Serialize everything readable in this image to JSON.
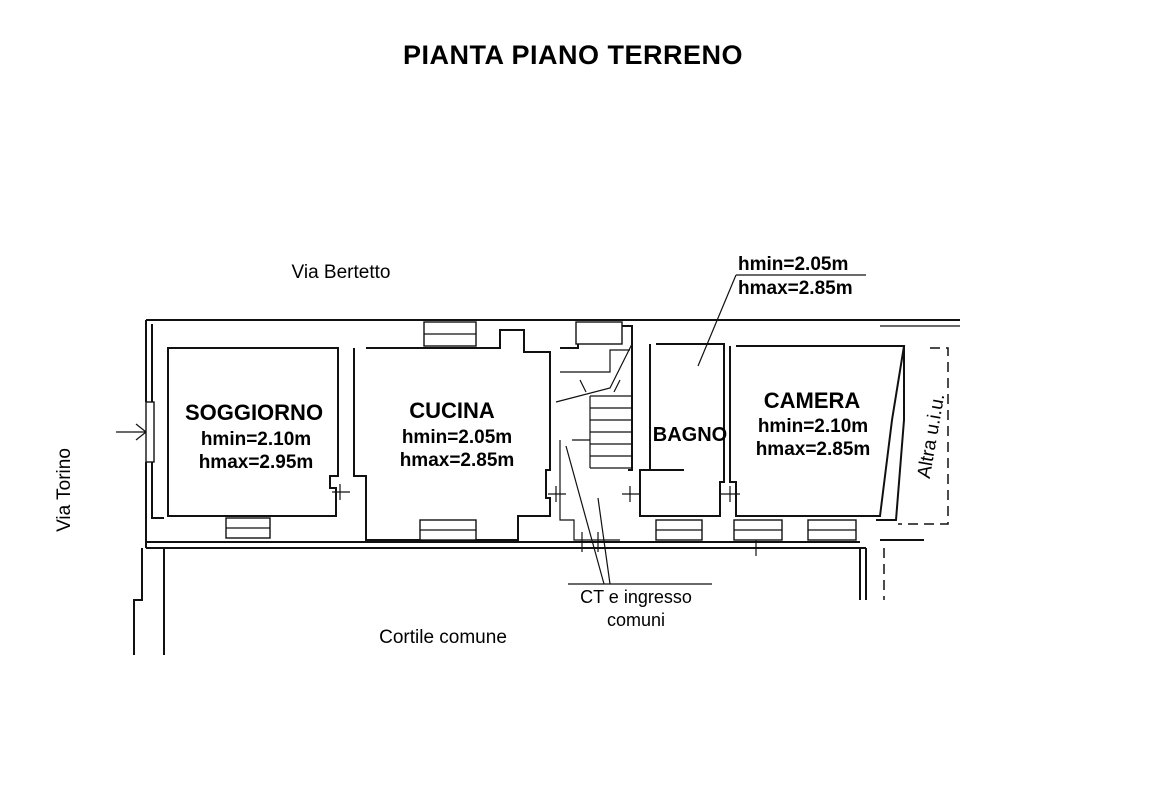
{
  "title": "PIANTA PIANO TERRENO",
  "streets": {
    "north": "Via Bertetto",
    "west": "Via Torino",
    "south": "Cortile comune",
    "east": "Altra u.i.u."
  },
  "rooms": {
    "soggiorno": {
      "name": "SOGGIORNO",
      "hmin": "hmin=2.10m",
      "hmax": "hmax=2.95m"
    },
    "cucina": {
      "name": "CUCINA",
      "hmin": "hmin=2.05m",
      "hmax": "hmax=2.85m"
    },
    "bagno": {
      "name": "BAGNO",
      "hmin": "hmin=2.05m",
      "hmax": "hmax=2.85m"
    },
    "camera": {
      "name": "CAMERA",
      "hmin": "hmin=2.10m",
      "hmax": "hmax=2.85m"
    }
  },
  "common": {
    "line1": "CT e ingresso",
    "line2": "comuni"
  }
}
